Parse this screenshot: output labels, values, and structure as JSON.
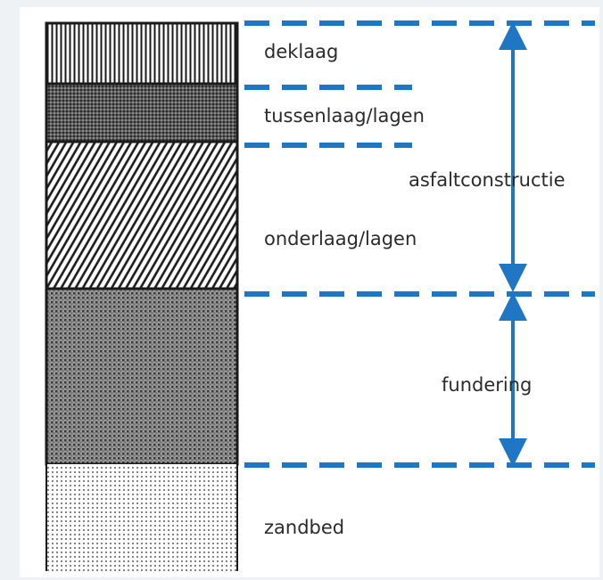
{
  "layers": [
    {
      "id": "deklaag",
      "label": "deklaag",
      "pattern": "vertical-hatch"
    },
    {
      "id": "tussenlaag",
      "label": "tussenlaag/lagen",
      "pattern": "dense-crosshatch"
    },
    {
      "id": "onderlaag",
      "label": "onderlaag/lagen",
      "pattern": "diagonal-hatch"
    },
    {
      "id": "fundering",
      "label": "",
      "pattern": "grid-texture"
    },
    {
      "id": "zandbed",
      "label": "zandbed",
      "pattern": "dotted-grid"
    }
  ],
  "groups": {
    "asfalt": {
      "label": "asfaltconstructie"
    },
    "fundering": {
      "label": "fundering"
    }
  },
  "colors": {
    "accent": "#1f77c4",
    "text": "#2b2b2b",
    "outline": "#1a1a1a"
  }
}
